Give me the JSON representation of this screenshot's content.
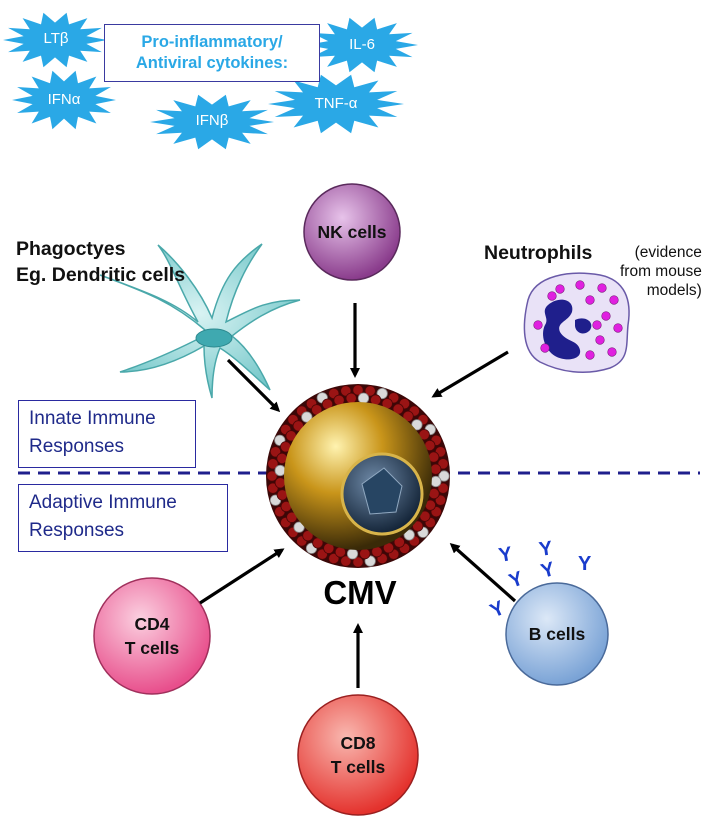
{
  "cytokines": {
    "header_line1": "Pro-inflammatory/",
    "header_line2": "Antiviral cytokines:",
    "items": [
      "LTβ",
      "IL-6",
      "IFNα",
      "IFNβ",
      "TNF-α"
    ],
    "burst_color": "#2aa8e6"
  },
  "cells": {
    "nk": {
      "label": "NK cells",
      "color": "#8a3c8c"
    },
    "cd4": {
      "line1": "CD4",
      "line2": "T cells",
      "color": "#e84f8c"
    },
    "cd8": {
      "line1": "CD8",
      "line2": "T cells",
      "color": "#e4322d"
    },
    "bcells": {
      "label": "B cells",
      "color": "#7aa3d6"
    }
  },
  "phagocytes": {
    "line1": "Phagoctyes",
    "line2": "Eg. Dendritic cells",
    "color": "#7fcfd0"
  },
  "neutrophils": {
    "label": "Neutrophils",
    "note_line1": "(evidence",
    "note_line2": "from mouse",
    "note_line3": "models)",
    "granule_color": "#e020e0",
    "nucleus_color": "#1f1f8c"
  },
  "sections": {
    "innate_line1": "Innate Immune",
    "innate_line2": "Responses",
    "adaptive_line1": "Adaptive Immune",
    "adaptive_line2": "Responses",
    "divider_color": "#1f1f8c"
  },
  "virus": {
    "label": "CMV"
  },
  "antibody": {
    "glyph": "Y",
    "color": "#1a3ccc"
  }
}
